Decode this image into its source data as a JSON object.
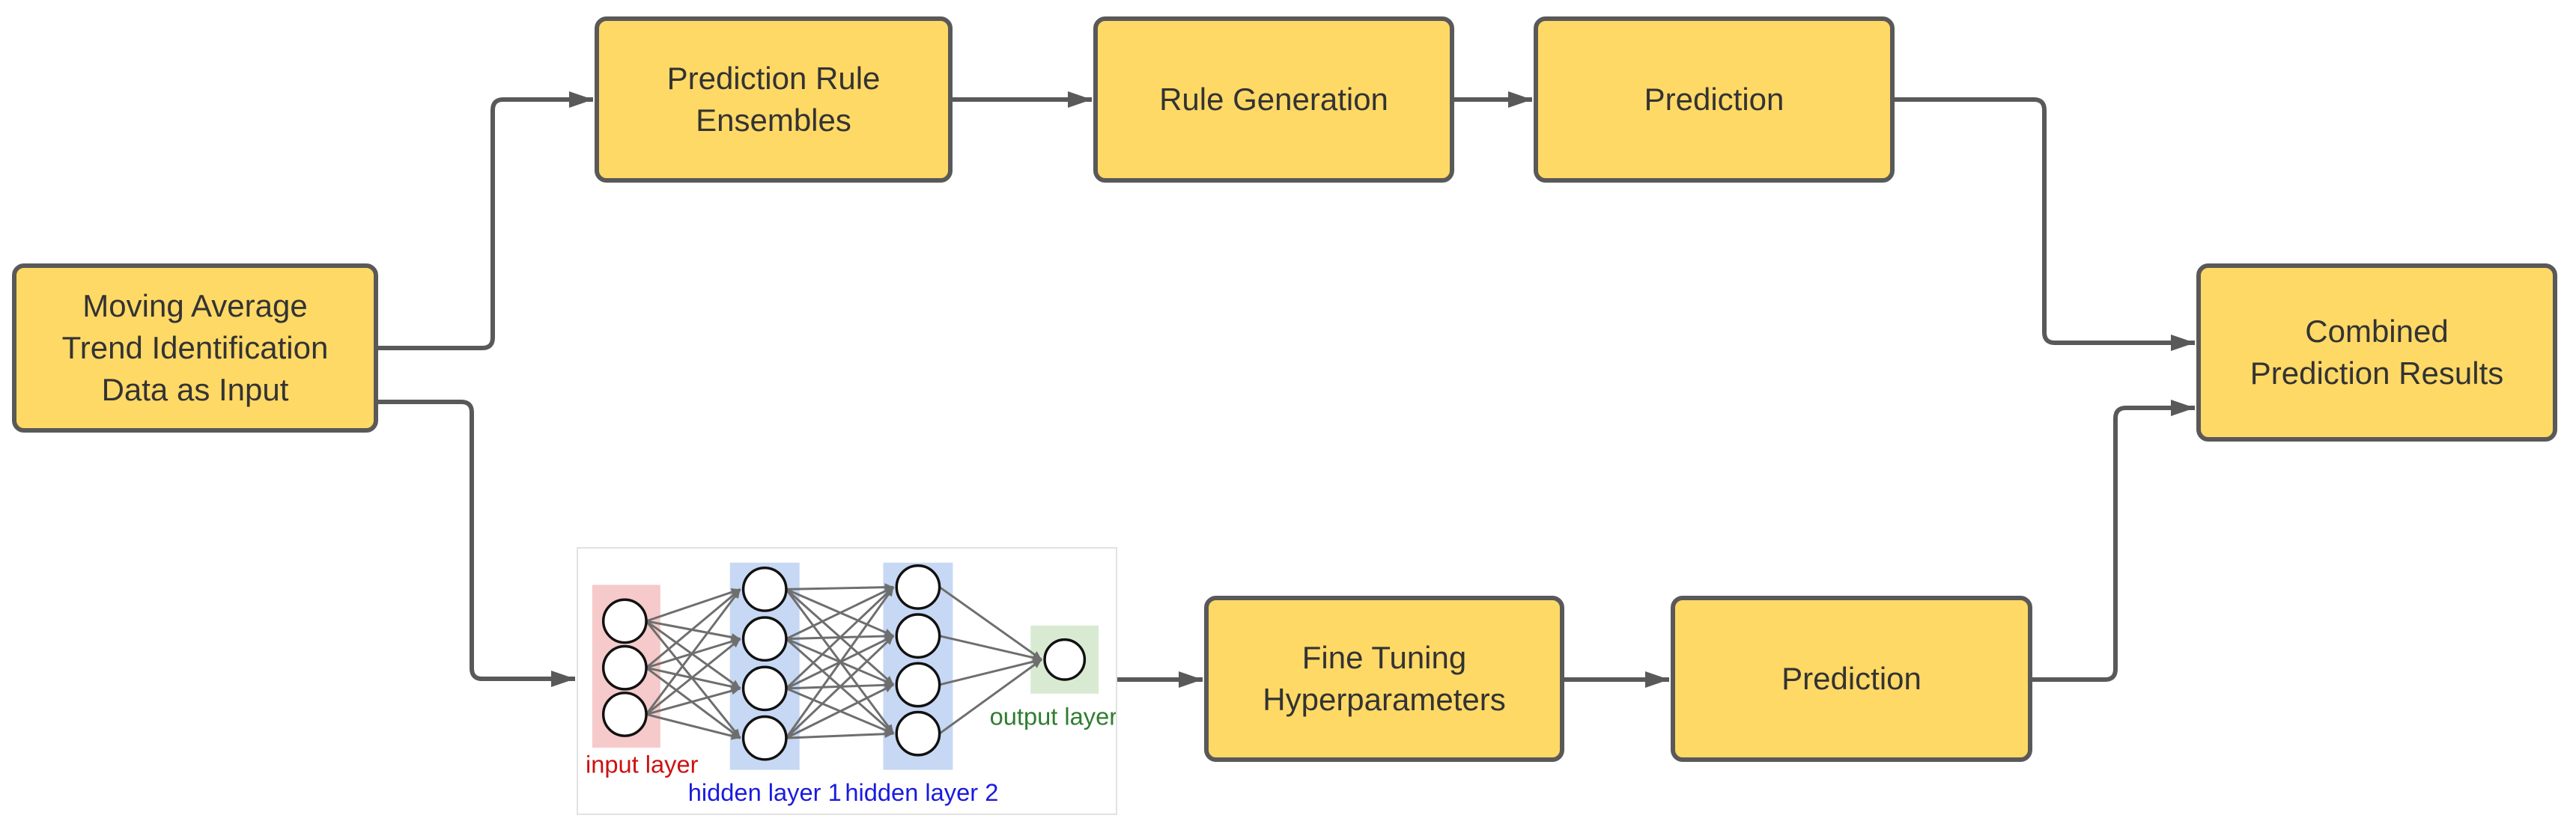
{
  "diagram": {
    "title": "Moving average trend prediction flowchart",
    "colors": {
      "node_fill": "#FFD966",
      "node_border": "#595959",
      "connector": "#595959",
      "node_text": "#333333",
      "nn_link": "#6e6e6e"
    },
    "nodes": {
      "input": {
        "label": "Moving Average\nTrend Identification\nData as Input"
      },
      "prediction_rule_ensembles": {
        "label": "Prediction Rule\nEnsembles"
      },
      "rule_generation": {
        "label": "Rule Generation"
      },
      "prediction_top": {
        "label": "Prediction"
      },
      "combined_results": {
        "label": "Combined\nPrediction Results"
      },
      "fine_tuning": {
        "label": "Fine Tuning\nHyperparameters"
      },
      "prediction_bottom": {
        "label": "Prediction"
      }
    },
    "neural_network": {
      "layers": [
        {
          "id": "input",
          "label": "input layer",
          "label_color": "#cc1111",
          "band_color": "#f6caca",
          "node_count": 3
        },
        {
          "id": "hidden1",
          "label": "hidden layer 1",
          "label_color": "#1a1adf",
          "band_color": "#c7d8f4",
          "node_count": 4
        },
        {
          "id": "hidden2",
          "label": "hidden layer 2",
          "label_color": "#1a1adf",
          "band_color": "#c7d8f4",
          "node_count": 4
        },
        {
          "id": "output",
          "label": "output layer",
          "label_color": "#2f7d2f",
          "band_color": "#d9ead3",
          "node_count": 1
        }
      ]
    }
  }
}
